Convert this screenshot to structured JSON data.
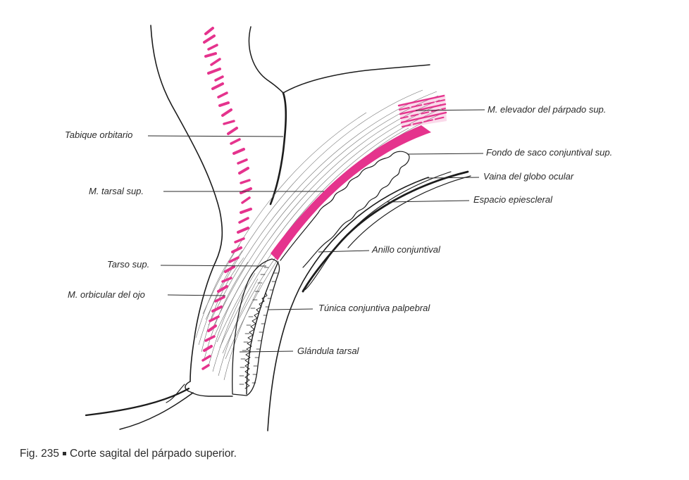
{
  "colors": {
    "muscle": "#e5338d",
    "ink": "#1c1c1c",
    "leader": "#2a2a2a",
    "fibers": "#6f6f6f"
  },
  "labels": {
    "levator": "M. elevador del párpado sup.",
    "fornix": "Fondo de saco conjuntival sup.",
    "sheath": "Vaina del globo ocular",
    "episcleral": "Espacio epiescleral",
    "septum": "Tabique orbitario",
    "tarsal_muscle": "M. tarsal sup.",
    "ring": "Anillo conjuntival",
    "tarsus": "Tarso sup.",
    "orbicularis": "M. orbicular del ojo",
    "conjunctiva": "Túnica conjuntiva palpebral",
    "gland": "Glándula tarsal"
  },
  "caption": {
    "number": "Fig. 235",
    "text": "Corte sagital del párpado superior."
  }
}
